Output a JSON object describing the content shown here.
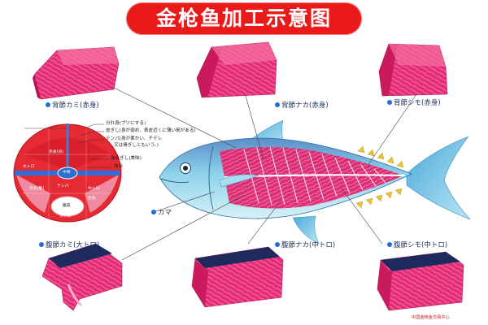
{
  "title": "金枪鱼加工示意图",
  "parts": {
    "dorsal_head": "背節カミ(赤身)",
    "dorsal_mid": "背節ナカ(赤身)",
    "dorsal_tail": "背節シモ(赤身)",
    "belly_head": "腹節カミ(大トロ)",
    "belly_mid": "腹節ナカ(中トロ)",
    "belly_tail": "腹節シモ(中トロ)",
    "collar": "カマ"
  },
  "cross_section": {
    "annotations": [
      "分れ身(ブツにする)",
      "皮ぎし(身が弱め、表皮近くに薄い筋がある)",
      "テンパ(身が柔かい、チデレ",
      "又は骨ぎしともいう。)",
      "血合ぎし(美味)",
      "血合"
    ],
    "sections": {
      "top_red": "赤身(背)",
      "left_otoro": "大トロ",
      "mid": "中骨",
      "left_red": "赤身(腹)",
      "tenpa": "テンパ",
      "chutoro": "中トロ",
      "right_red": "赤身",
      "belly": "腹皮",
      "bottom": "大トロ"
    }
  },
  "footer": "中国金枪鱼交易中心",
  "colors": {
    "title_bg": "#ea1a1a",
    "meat": "#e8206e",
    "otoro": "#f4b8c8",
    "fish_blue": "#6fc3e3",
    "fish_flesh": "#e22a78",
    "label": "#1a2e5a",
    "bullet": "#1e6fd6"
  }
}
